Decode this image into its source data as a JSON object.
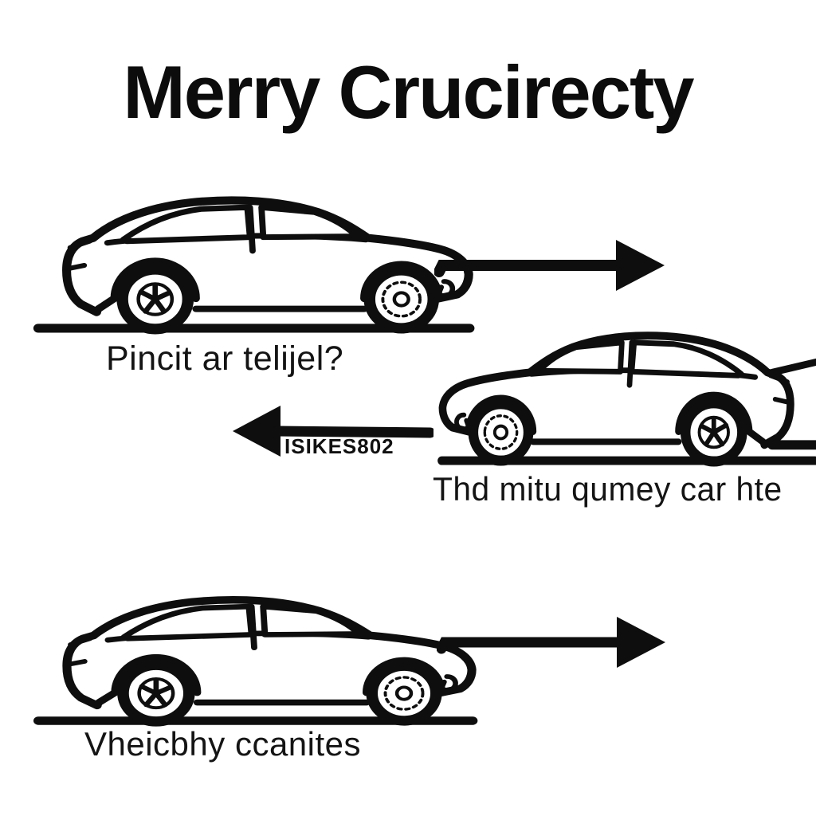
{
  "title": "Merry Crucirecty",
  "colors": {
    "ink": "#0e0e0e",
    "background": "#ffffff"
  },
  "panels": [
    {
      "id": "top",
      "car_facing": "right",
      "arrow_direction": "right",
      "caption": "Pincit ar telijel?",
      "icons": [
        "car-icon",
        "arrow-right-icon"
      ]
    },
    {
      "id": "middle",
      "car_facing": "left",
      "arrow_direction": "left",
      "arrow_label": "ISIKES802",
      "caption": "Thd mitu qumey car hte",
      "icons": [
        "car-icon",
        "arrow-left-icon"
      ]
    },
    {
      "id": "bottom",
      "car_facing": "right",
      "arrow_direction": "right",
      "caption": "Vheicbhy ccanites",
      "icons": [
        "car-icon",
        "arrow-right-icon"
      ]
    }
  ]
}
